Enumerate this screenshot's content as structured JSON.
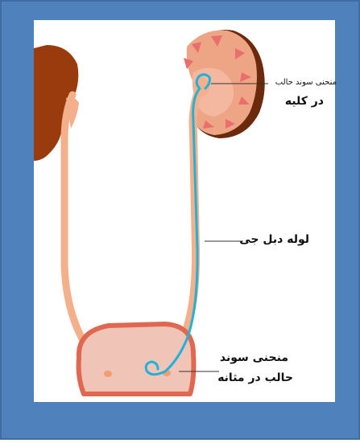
{
  "labels": {
    "kidney_coil_line1": "منحنی سوند حالب",
    "kidney_coil_line2": "در کلیه",
    "stent_tube": "لوله دبل جی",
    "bladder_coil_line1": "منحنی سوند",
    "bladder_coil_line2": "حالب در مثانه"
  },
  "colors": {
    "frame_blue": "#4f81bd",
    "frame_border": "#3f6ca3",
    "kidney_outer": "#6b2a0c",
    "kidney_cortex": "#eea585",
    "kidney_pyramid": "#e96e6e",
    "left_kidney": "#9a3b0d",
    "ureter": "#f4b08a",
    "stent": "#1fb3dc",
    "bladder_fill": "#f0c4b6",
    "bladder_border": "#e06850",
    "ureteral_orifice": "#f29d6c"
  }
}
